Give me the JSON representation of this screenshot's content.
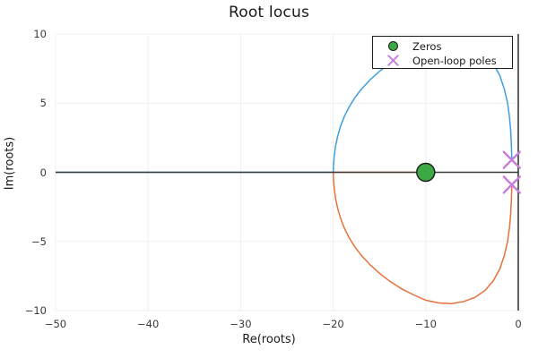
{
  "chart_data": {
    "type": "scatter",
    "title": "Root locus",
    "xlabel": "Re(roots)",
    "ylabel": "Im(roots)",
    "xlim": [
      -50,
      0
    ],
    "ylim": [
      -10,
      10
    ],
    "grid": true,
    "xticks": [
      -50,
      -40,
      -30,
      -20,
      -10,
      0
    ],
    "xticklabels": [
      "−50",
      "−40",
      "−30",
      "−20",
      "−10",
      "0"
    ],
    "yticks": [
      10,
      5,
      0,
      -5,
      -10
    ],
    "yticklabels": [
      "10",
      "5",
      "0",
      "−5",
      "−10"
    ],
    "legend": {
      "position": "upper right",
      "entries": [
        {
          "label": "Zeros",
          "marker": "filled-circle",
          "color": "#3ca944"
        },
        {
          "label": "Open-loop poles",
          "marker": "x-cross",
          "color": "#c77ddb"
        }
      ]
    },
    "colors": {
      "branch_upper": "#3d9fe0",
      "branch_lower": "#e8703a",
      "zero": "#3ca944",
      "pole": "#c77ddb",
      "axis": "#3a3a3a",
      "grid": "#efefef"
    },
    "series": [
      {
        "name": "locus-branch-upper",
        "color": "#3d9fe0",
        "points": [
          [
            -50.0,
            0.0
          ],
          [
            -40.0,
            0.0
          ],
          [
            -30.0,
            0.0
          ],
          [
            -24.0,
            0.0
          ],
          [
            -21.0,
            0.0
          ],
          [
            -20.0,
            0.0
          ],
          [
            -19.96,
            0.6
          ],
          [
            -19.88,
            1.2
          ],
          [
            -19.74,
            1.9
          ],
          [
            -19.52,
            2.6
          ],
          [
            -19.22,
            3.3
          ],
          [
            -18.82,
            4.0
          ],
          [
            -18.3,
            4.7
          ],
          [
            -17.66,
            5.4
          ],
          [
            -16.9,
            6.05
          ],
          [
            -16.0,
            6.7
          ],
          [
            -15.0,
            7.3
          ],
          [
            -13.85,
            7.9
          ],
          [
            -12.55,
            8.45
          ],
          [
            -11.2,
            8.9
          ],
          [
            -10.0,
            9.25
          ],
          [
            -8.6,
            9.45
          ],
          [
            -7.2,
            9.5
          ],
          [
            -5.9,
            9.35
          ],
          [
            -4.7,
            9.05
          ],
          [
            -3.6,
            8.55
          ],
          [
            -2.7,
            7.85
          ],
          [
            -2.0,
            7.0
          ],
          [
            -1.5,
            6.0
          ],
          [
            -1.15,
            5.0
          ],
          [
            -0.95,
            4.0
          ],
          [
            -0.82,
            3.0
          ],
          [
            -0.75,
            2.1
          ],
          [
            -0.72,
            1.4
          ],
          [
            -0.7,
            0.9
          ]
        ]
      },
      {
        "name": "locus-branch-lower",
        "color": "#e8703a",
        "points": [
          [
            -20.0,
            0.0
          ],
          [
            -19.96,
            -0.6
          ],
          [
            -19.88,
            -1.2
          ],
          [
            -19.74,
            -1.9
          ],
          [
            -19.52,
            -2.6
          ],
          [
            -19.22,
            -3.3
          ],
          [
            -18.82,
            -4.0
          ],
          [
            -18.3,
            -4.7
          ],
          [
            -17.66,
            -5.4
          ],
          [
            -16.9,
            -6.05
          ],
          [
            -16.0,
            -6.7
          ],
          [
            -15.0,
            -7.3
          ],
          [
            -13.85,
            -7.9
          ],
          [
            -12.55,
            -8.45
          ],
          [
            -11.2,
            -8.9
          ],
          [
            -10.0,
            -9.25
          ],
          [
            -8.6,
            -9.45
          ],
          [
            -7.2,
            -9.5
          ],
          [
            -5.9,
            -9.35
          ],
          [
            -4.7,
            -9.05
          ],
          [
            -3.6,
            -8.55
          ],
          [
            -2.7,
            -7.85
          ],
          [
            -2.0,
            -7.0
          ],
          [
            -1.5,
            -6.0
          ],
          [
            -1.15,
            -5.0
          ],
          [
            -0.95,
            -4.0
          ],
          [
            -0.82,
            -3.0
          ],
          [
            -0.75,
            -2.1
          ],
          [
            -0.72,
            -1.4
          ],
          [
            -0.7,
            -0.9
          ]
        ]
      },
      {
        "name": "locus-segment-real",
        "color": "#e8703a",
        "points": [
          [
            -20.0,
            0.0
          ],
          [
            -10.0,
            0.0
          ]
        ]
      }
    ],
    "zeros": [
      [
        -10.0,
        0.0
      ]
    ],
    "poles": [
      [
        -0.7,
        0.9
      ],
      [
        -0.7,
        -0.9
      ]
    ]
  }
}
